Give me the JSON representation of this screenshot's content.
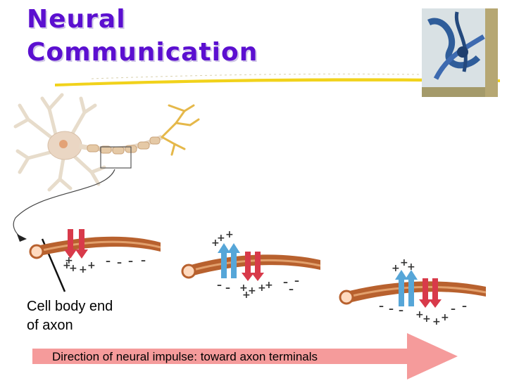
{
  "slide": {
    "title_line1": "Neural",
    "title_line2": "Communication"
  },
  "caption": {
    "line1": "Cell body end",
    "line2": "of axon"
  },
  "direction_arrow": {
    "label": "Direction of neural impulse: toward axon terminals"
  },
  "colors": {
    "title": "#5b0fd0",
    "accent_rule": "#f1d21b",
    "arrow": "#f59b9b",
    "axon": "#c26a3a",
    "sodium_channel": "#d83a4a",
    "potassium_channel": "#56a6d8"
  },
  "charges": {
    "positive": "+",
    "negative": "–"
  }
}
